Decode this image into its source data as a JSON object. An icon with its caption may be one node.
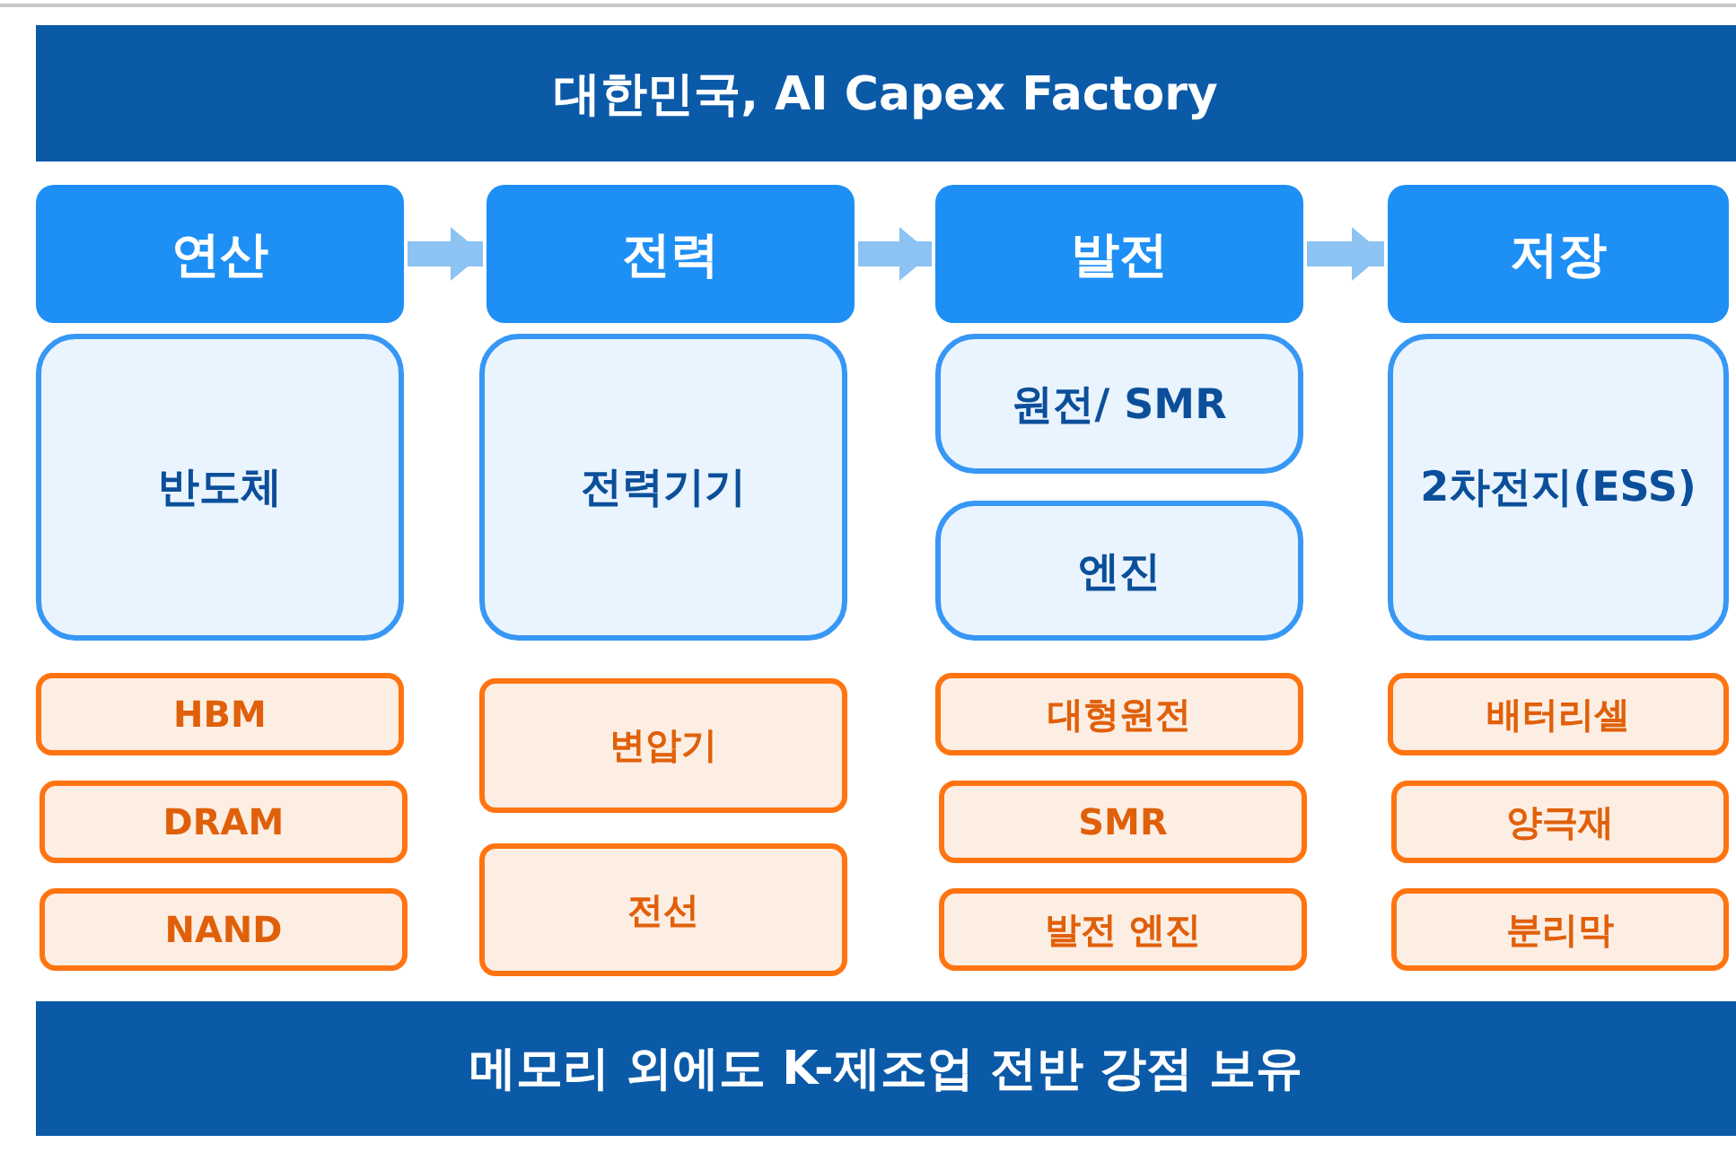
{
  "diagram": {
    "title": "대한민국, AI Capex Factory",
    "nodes": [
      {
        "text": [
          "연산"
        ]
      },
      {
        "text": [
          "전력"
        ]
      },
      {
        "text": [
          "발전"
        ]
      },
      {
        "text": [
          "저장"
        ]
      },
      {
        "text": [
          "반도체"
        ]
      },
      {
        "text": [
          "전력기기"
        ]
      },
      {
        "text": [
          "원전/ SMR"
        ]
      },
      {
        "text": [
          "엔진"
        ]
      },
      {
        "text": [
          "2차전지(ESS)"
        ]
      },
      {
        "text": [
          "HBM"
        ]
      },
      {
        "text": [
          "DRAM"
        ]
      },
      {
        "text": [
          "NAND"
        ]
      },
      {
        "text": [
          "변압기"
        ]
      },
      {
        "text": [
          "전선"
        ]
      },
      {
        "text": [
          "대형원전"
        ]
      },
      {
        "text": [
          "SMR"
        ]
      },
      {
        "text": [
          "발전 엔진"
        ]
      },
      {
        "text": [
          "배터리셀"
        ]
      },
      {
        "text": [
          "양극재"
        ]
      },
      {
        "text": [
          "분리막"
        ]
      }
    ],
    "edges": [
      {
        "from": 0,
        "to": 1,
        "arrow": "to"
      },
      {
        "from": 1,
        "to": 2,
        "arrow": "to"
      },
      {
        "from": 2,
        "to": 3,
        "arrow": "to"
      }
    ],
    "caption": "메모리 외에도 K-제조업 전반 강점 보유"
  }
}
